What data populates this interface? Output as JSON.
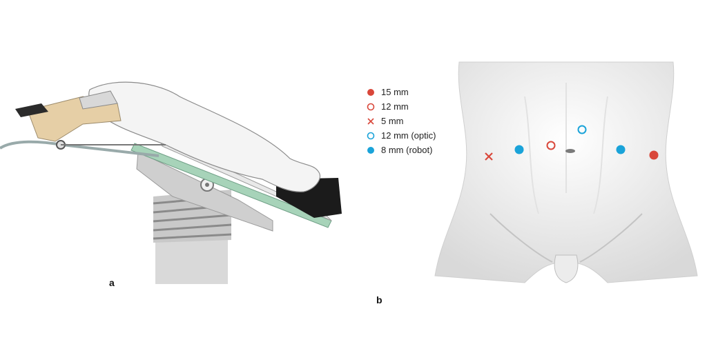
{
  "panels": {
    "a": {
      "label": "a"
    },
    "b": {
      "label": "b"
    }
  },
  "legend": [
    {
      "symbol": "filled-circle",
      "color": "#d9473a",
      "label": "15 mm"
    },
    {
      "symbol": "open-circle",
      "color": "#d9473a",
      "label": "12 mm"
    },
    {
      "symbol": "cross",
      "color": "#d9473a",
      "label": "5 mm"
    },
    {
      "symbol": "open-circle",
      "color": "#1aa3d9",
      "label": "12 mm (optic)"
    },
    {
      "symbol": "filled-circle",
      "color": "#1aa3d9",
      "label": "8 mm (robot)"
    }
  ],
  "colors": {
    "red": "#d9473a",
    "blue": "#1aa3d9",
    "table_green": "#a7d3b9",
    "leg_support": "#e6cfa6"
  }
}
